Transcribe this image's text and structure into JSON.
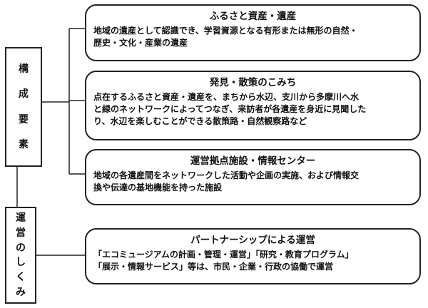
{
  "labels": {
    "composition": [
      "構",
      "成",
      "要",
      "素"
    ],
    "mechanism": [
      "運",
      "営",
      "の",
      "し",
      "く",
      "み"
    ]
  },
  "boxes": [
    {
      "title": "ふるさと資産・遺産",
      "lines": [
        "地域の遺産として認識でき、学習資源となる有形または無形の自然・",
        "歴史・文化・産業の遺産"
      ]
    },
    {
      "title": "発見・散策のこみち",
      "lines": [
        "点在するふるさと資産・遺産を、まちから水辺、支川から多摩川へ水",
        "と緑のネットワークによってつなぎ、来訪者が各遺産を身近に見聞した",
        "り、水辺を楽しむことができる散策路・自然観察路など"
      ]
    },
    {
      "title": "運営拠点施設・情報センター",
      "lines": [
        "地域の各遺産間をネットワークした活動や企画の実施、および情報交",
        "換や伝達の基地機能を持った施設"
      ]
    },
    {
      "title": "パートナーシップによる運営",
      "lines": [
        "「エコミュージアムの計画・管理・運営」「研究・教育プログラム」",
        "「展示・情報サービス」等は、市民・企業・行政の協働で運営"
      ]
    }
  ]
}
